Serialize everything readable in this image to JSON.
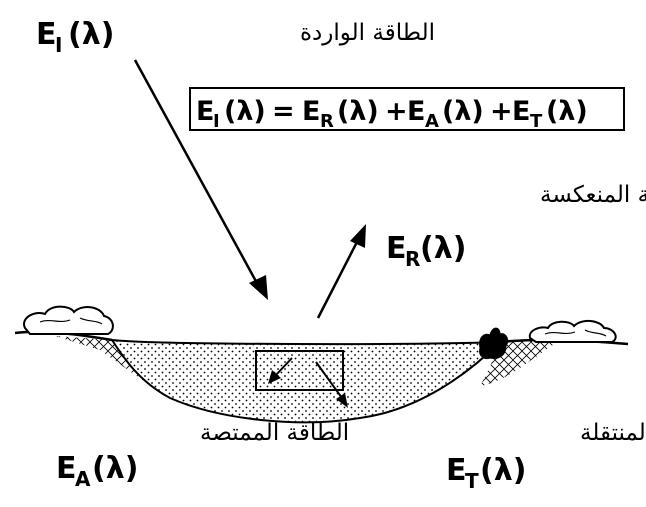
{
  "labels": {
    "incident": {
      "arabic": "الطاقة الواردة",
      "symbol": "E",
      "subscript": "I",
      "argument": "(λ)"
    },
    "reflected": {
      "arabic": "الطاقة المنعكسة",
      "symbol": "E",
      "subscript": "R",
      "argument": "(λ)"
    },
    "absorbed": {
      "arabic": "الطاقة الممتصة",
      "symbol": "E",
      "subscript": "A",
      "argument": "(λ)"
    },
    "transmitted": {
      "arabic": "الطاقة المنتقلة",
      "symbol": "E",
      "subscript": "T",
      "argument": "(λ)"
    }
  },
  "equation": {
    "terms": [
      {
        "symbol": "E",
        "subscript": "I",
        "argument": "(λ)"
      },
      {
        "symbol": "E",
        "subscript": "R",
        "argument": "(λ)"
      },
      {
        "symbol": "E",
        "subscript": "A",
        "argument": "(λ)"
      },
      {
        "symbol": "E",
        "subscript": "T",
        "argument": "(λ)"
      }
    ],
    "equals": "=",
    "plus": "+"
  }
}
